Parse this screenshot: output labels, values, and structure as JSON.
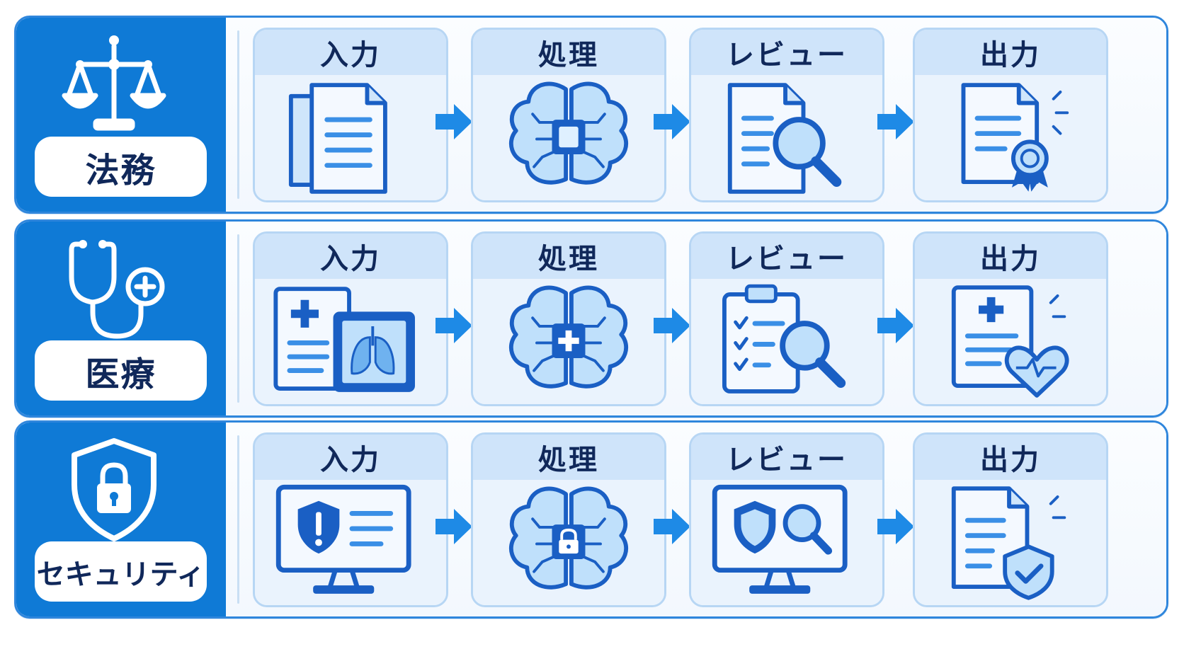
{
  "colors": {
    "primary": "#0f7ad6",
    "dark_navy": "#10285a",
    "icon_stroke": "#1a5fc4",
    "icon_fill": "#bfe0fb",
    "row_border": "#2f86dc",
    "step_border": "#b7d6f4",
    "arrow": "#1e8ae6"
  },
  "steps": [
    "入力",
    "処理",
    "レビュー",
    "出力"
  ],
  "rows": [
    {
      "domain": "法務",
      "domain_icon": "scales-icon",
      "step_icons": [
        "documents-icon",
        "brain-chip-icon",
        "document-magnifier-icon",
        "certificate-icon"
      ],
      "step_labels": [
        "入力",
        "処理",
        "レビュー",
        "出力"
      ]
    },
    {
      "domain": "医療",
      "domain_icon": "stethoscope-icon",
      "step_icons": [
        "medical-record-xray-icon",
        "brain-medical-icon",
        "clipboard-magnifier-icon",
        "medical-report-heart-icon"
      ],
      "step_labels": [
        "入力",
        "処理",
        "レビュー",
        "出力"
      ]
    },
    {
      "domain": "セキュリティ",
      "domain_icon": "shield-lock-icon",
      "step_icons": [
        "monitor-alert-icon",
        "brain-lock-icon",
        "monitor-shield-scan-icon",
        "document-shield-check-icon"
      ],
      "step_labels": [
        "入力",
        "処理",
        "レビュー",
        "出力"
      ]
    }
  ]
}
